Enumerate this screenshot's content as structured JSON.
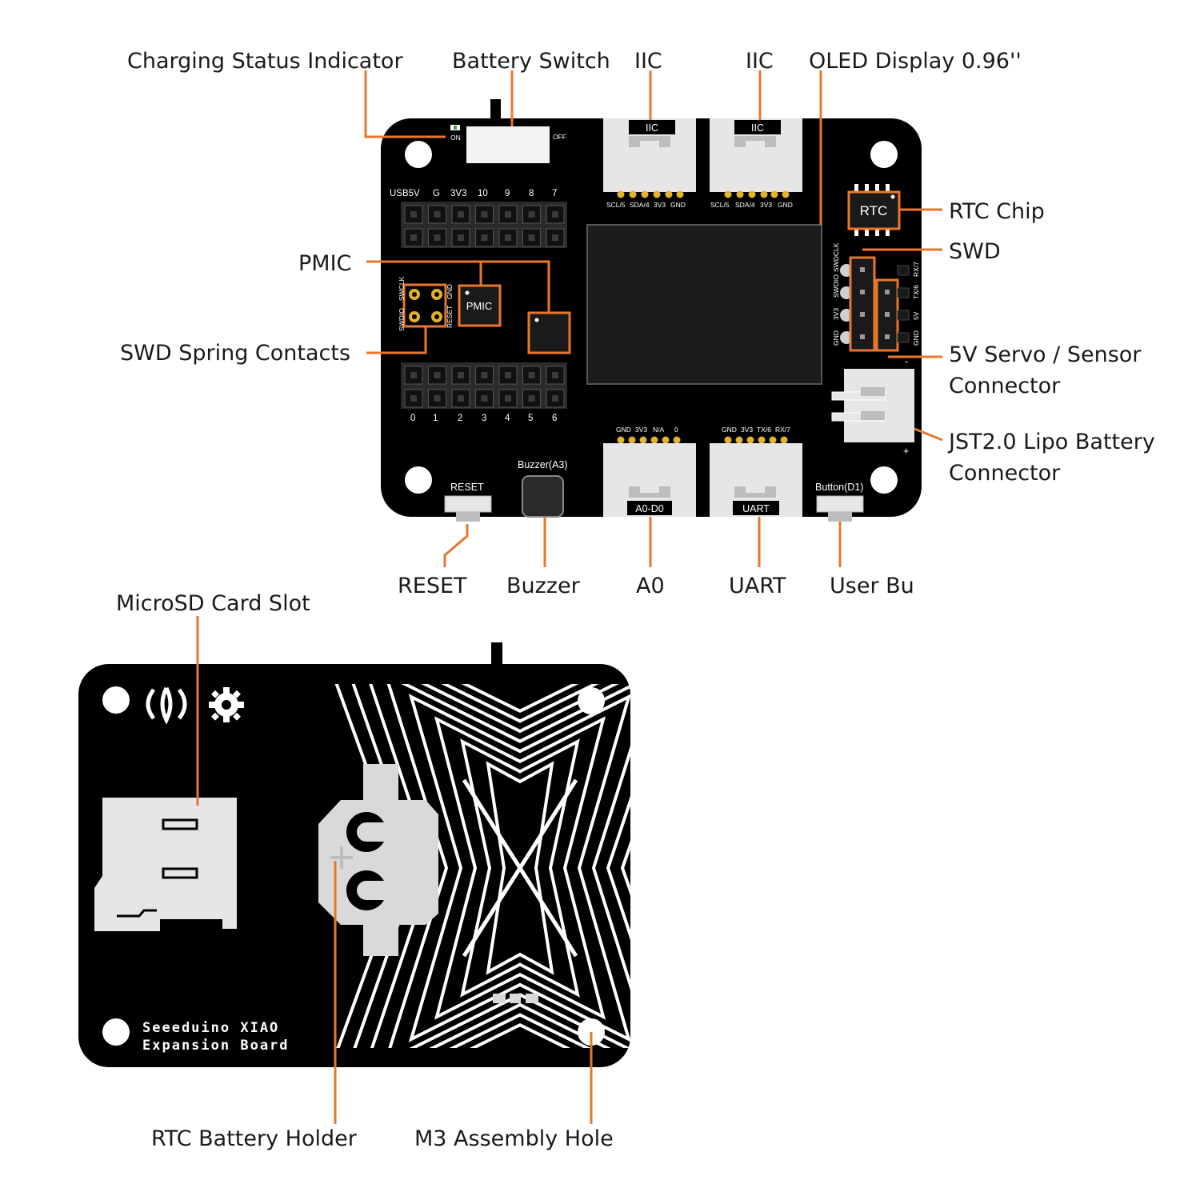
{
  "colors": {
    "accent": "#e8772e",
    "board": "#000000",
    "silk": "#ffffff",
    "connector": "#e6e6e6"
  },
  "callouts": {
    "charging_status_indicator": "Charging Status Indicator",
    "battery_switch": "Battery Switch",
    "iic_1": "IIC",
    "iic_2": "IIC",
    "oled_display": "OLED Display 0.96''",
    "rtc_chip": "RTC Chip",
    "swd": "SWD",
    "servo_line1": "5V Servo / Sensor",
    "servo_line2": "Connector",
    "jst_line1": "JST2.0 Lipo Battery",
    "jst_line2": "Connector",
    "pmic": "PMIC",
    "swd_spring_contacts": "SWD Spring Contacts",
    "reset": "RESET",
    "buzzer": "Buzzer",
    "a0": "A0",
    "uart": "UART",
    "user_button": "User Bu",
    "microsd_card_slot": "MicroSD Card Slot",
    "rtc_battery_holder": "RTC Battery Holder",
    "m3_assembly_hole": "M3 Assembly Hole"
  },
  "front_board": {
    "on": "ON",
    "off": "OFF",
    "header_top_labels": [
      "USB5V",
      "G",
      "3V3",
      "10",
      "9",
      "8",
      "7"
    ],
    "header_bottom_labels": [
      "0",
      "1",
      "2",
      "3",
      "4",
      "5",
      "6"
    ],
    "iic_tag_1": "IIC",
    "iic_tag_2": "IIC",
    "iic_pins_1": [
      "SCL/5",
      "SDA/4",
      "3V3",
      "GND"
    ],
    "iic_pins_2": [
      "SCL/5",
      "SDA/4",
      "3V3",
      "GND"
    ],
    "a0_pins": [
      "GND",
      "3V3",
      "N/A",
      "0"
    ],
    "uart_pins": [
      "GND",
      "3V3",
      "TX/6",
      "RX/7"
    ],
    "a0_tag": "A0-D0",
    "uart_tag": "UART",
    "rtc_label": "RTC",
    "pmic_label": "PMIC",
    "swd_left_labels": [
      "SWDCLK",
      "SWDIO",
      "3V3",
      "GND"
    ],
    "swd_right_labels": [
      "RX/7",
      "TX/6",
      "5V",
      "GND"
    ],
    "spring_labels": [
      "SWDIO",
      "SWCLK",
      "GND",
      "RESET"
    ],
    "reset_label": "RESET",
    "buzzer_label": "Buzzer(A3)",
    "button_label": "Button(D1)",
    "minus": "-",
    "plus": "+"
  },
  "back_board": {
    "brand_line1": "Seeeduino XIAO",
    "brand_line2": "Expansion Board"
  }
}
